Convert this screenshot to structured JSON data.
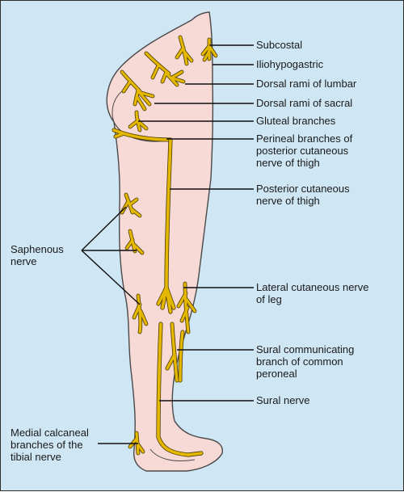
{
  "diagram": {
    "labels": {
      "subcostal": "Subcostal",
      "iliohypogastric": "Iliohypogastric",
      "dorsal_lumbar": "Dorsal rami of lumbar",
      "dorsal_sacral": "Dorsal rami of sacral",
      "gluteal": "Gluteal branches",
      "perineal": "Perineal branches of\nposterior cutaneous\nnerve of thigh",
      "post_cut": "Posterior cutaneous\nnerve of thigh",
      "saphenous": "Saphenous\nnerve",
      "lateral_cut": "Lateral cutaneous nerve\nof leg",
      "sural_comm": "Sural communicating\nbranch of common\nperoneal",
      "sural": "Sural nerve",
      "medial_calc": "Medial calcaneal\nbranches of the\ntibial nerve"
    },
    "colors": {
      "background": "#cfe6f4",
      "skin": "#f7d9d6",
      "outline": "#4a4a4a",
      "nerve": "#e5b800"
    }
  }
}
